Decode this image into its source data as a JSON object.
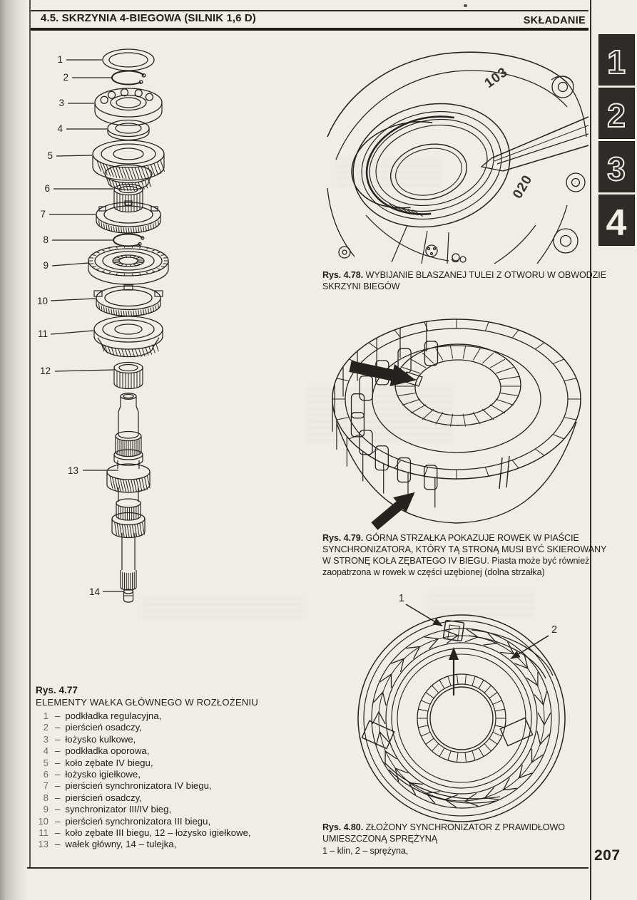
{
  "header": {
    "section_title": "4.5. SKRZYNIA 4-BIEGOWA (SILNIK 1,6 D)",
    "right_label": "SKŁADANIE"
  },
  "tabs": {
    "items": [
      {
        "label": "1",
        "active": false
      },
      {
        "label": "2",
        "active": false
      },
      {
        "label": "3",
        "active": false
      },
      {
        "label": "4",
        "active": true
      }
    ]
  },
  "explode": {
    "callouts": [
      "1",
      "2",
      "3",
      "4",
      "5",
      "6",
      "7",
      "8",
      "9",
      "10",
      "11",
      "12",
      "13",
      "14"
    ]
  },
  "figure_477": {
    "label": "Rys. 4.77",
    "title": "ELEMENTY WAŁKA GŁÓWNEGO W ROZŁOŻENIU",
    "separator": "–",
    "items": [
      {
        "num": "1",
        "text": "podkładka regulacyjna,"
      },
      {
        "num": "2",
        "text": "pierścień osadczy,"
      },
      {
        "num": "3",
        "text": "łożysko kulkowe,"
      },
      {
        "num": "4",
        "text": "podkładka oporowa,"
      },
      {
        "num": "5",
        "text": "koło zębate IV biegu,"
      },
      {
        "num": "6",
        "text": "łożysko igiełkowe,"
      },
      {
        "num": "7",
        "text": "pierścień synchronizatora IV biegu,"
      },
      {
        "num": "8",
        "text": "pierścień osadczy,"
      },
      {
        "num": "9",
        "text": "synchronizator III/IV bieg,"
      },
      {
        "num": "10",
        "text": "pierścień synchronizatora III biegu,"
      },
      {
        "num": "11",
        "text": "koło zębate III biegu,  12  –  łożysko igiełkowe,"
      },
      {
        "num": "13",
        "text": "wałek główny,  14  –  tulejka,"
      }
    ]
  },
  "figure_478": {
    "label": "Rys. 4.78.",
    "caption": "WYBIJANIE BLASZANEJ TULEI Z OTWORU W OBWODZIE SKRZYNI BIEGÓW",
    "casting_marks": [
      "103",
      "020"
    ]
  },
  "figure_479": {
    "label": "Rys. 4.79.",
    "caption_caps": "GÓRNA STRZAŁKA POKAZUJE ROWEK W PIAŚCIE SYNCHRONIZATORA, KTÓRY TĄ STRONĄ MUSI BYĆ SKIEROWANY W STRONĘ KOŁA ZĘBATEGO IV BIEGU.",
    "caption_normal": "Piasta może być również zaopatrzona w rowek w części uzębionej (dolna strzałka)"
  },
  "figure_480": {
    "label": "Rys. 4.80.",
    "caption": "ZŁOŻONY SYNCHRONIZATOR Z PRAWIDŁOWO UMIESZCZONĄ SPRĘŻYNĄ",
    "legend": "1  –  klin,  2  –  sprężyna,",
    "callouts": [
      "1",
      "2"
    ]
  },
  "footer": {
    "page_number": "207"
  },
  "colors": {
    "paper": "#f0ede6",
    "ink": "#26231f",
    "tab_bg": "#2f2b26"
  }
}
